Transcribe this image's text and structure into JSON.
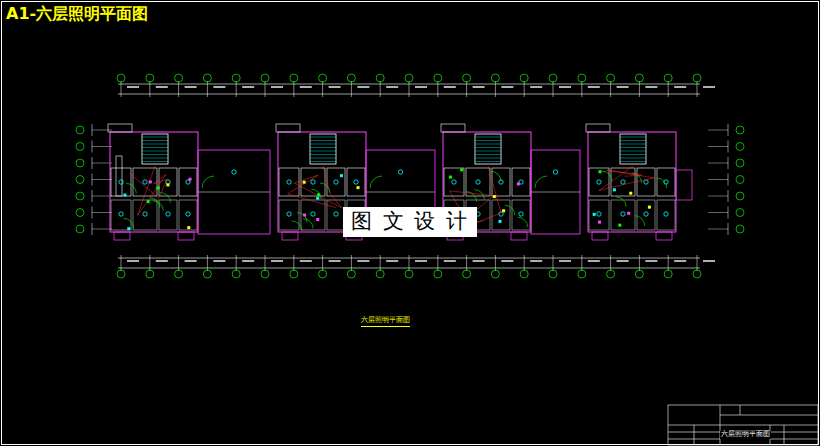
{
  "diagram": {
    "title": "A1-六层照明平面图",
    "caption": "六层照明平面图",
    "labels": [
      "图 文 设 计",
      "六层照明平面图"
    ]
  }
}
